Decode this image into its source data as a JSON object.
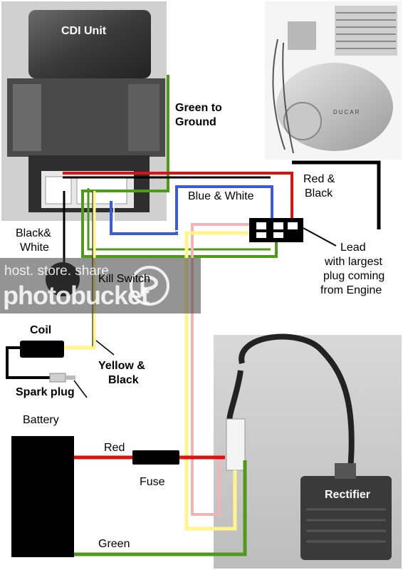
{
  "colors": {
    "red": "#e01010",
    "black": "#000000",
    "green": "#4f9a1a",
    "blue": "#3d5bd8",
    "pink": "#f4b4b4",
    "yellow": "#fff58a"
  },
  "labels": {
    "cdi_unit": "CDI Unit",
    "green_to": "Green to",
    "ground": "Ground",
    "red_and": "Red &",
    "black": "Black",
    "blue_white": "Blue & White",
    "black_and": "Black&",
    "white": "White",
    "kill_switch": "Kill  Switch",
    "lead": "Lead",
    "with_largest": "with largest",
    "plug_coming": "plug coming",
    "from_engine": "from  Engine",
    "coil": "Coil",
    "yellow_and": "Yellow &",
    "black2": "Black",
    "spark_plug": "Spark plug",
    "battery": "Battery",
    "red": "Red",
    "fuse": "Fuse",
    "green": "Green",
    "rectifier": "Rectifier",
    "engine_brand": "DUCAR"
  },
  "watermark": {
    "line1": "host. store. share",
    "line2": "photobucket"
  }
}
